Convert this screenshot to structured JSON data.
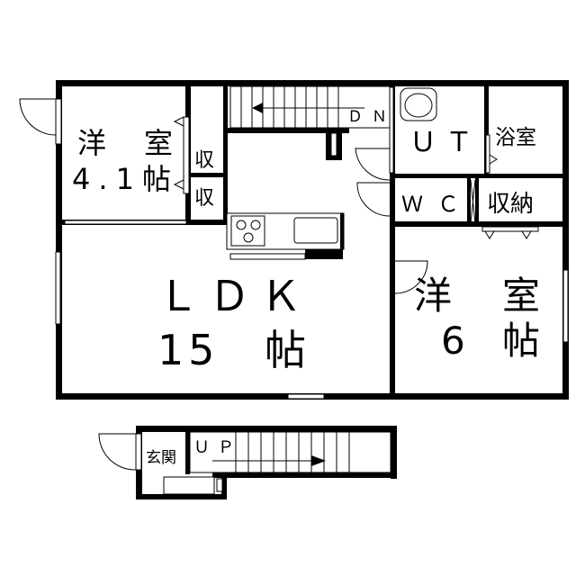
{
  "plan": {
    "rooms": {
      "western_room_small": {
        "name": "洋 室",
        "size": "4.1帖"
      },
      "closet_upper": "収",
      "closet_lower": "収",
      "stairs_down": "ＤＮ",
      "utility": "ＵＴ",
      "bathroom": "浴室",
      "toilet": "ＷＣ",
      "storage": "収納",
      "ldk": {
        "name": "ＬＤＫ",
        "size": "15　帖"
      },
      "western_room_large": {
        "name": "洋　室",
        "size": "6 帖"
      },
      "entrance": "玄関",
      "stairs_up": "ＵＰ"
    }
  }
}
